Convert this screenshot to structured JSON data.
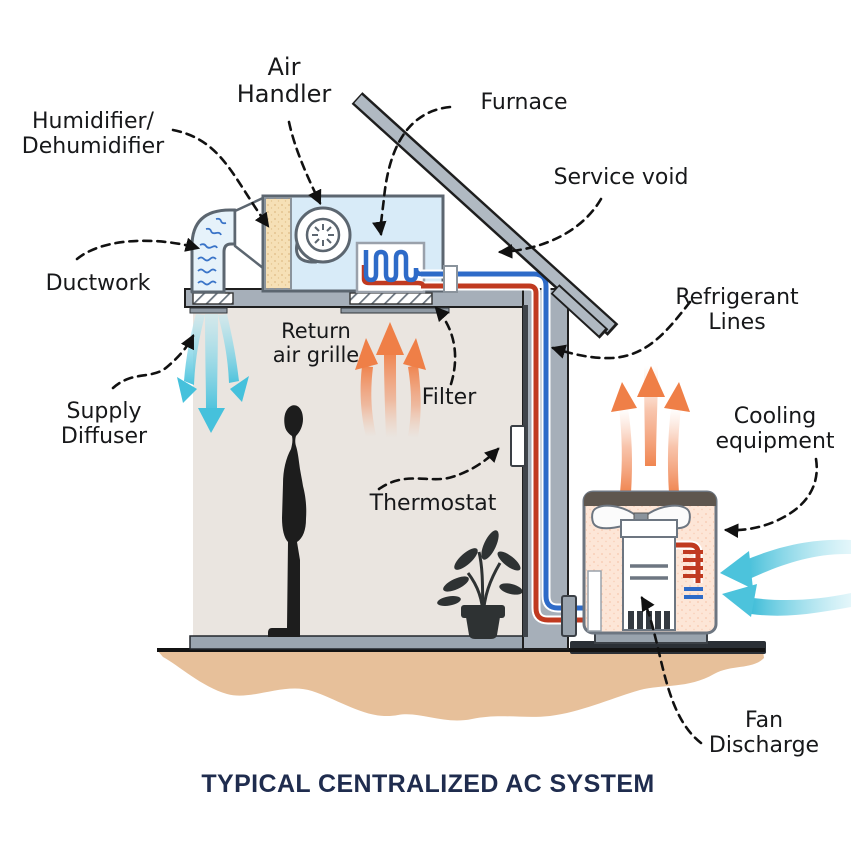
{
  "diagram_title": "TYPICAL CENTRALIZED AC SYSTEM",
  "labels": {
    "air_handler": {
      "line1": "Air",
      "line2": "Handler"
    },
    "humidifier_dehumidifier": {
      "line1": "Humidifier/",
      "line2": "Dehumidifier"
    },
    "ductwork": {
      "line1": "Ductwork"
    },
    "furnace": {
      "line1": "Furnace"
    },
    "service_void": {
      "line1": "Service void"
    },
    "supply_diffuser": {
      "line1": "Supply",
      "line2": "Diffuser"
    },
    "return_air_grille": {
      "line1": "Return",
      "line2": "air grille"
    },
    "filter": {
      "line1": "Filter"
    },
    "thermostat": {
      "line1": "Thermostat"
    },
    "refrigerant_lines": {
      "line1": "Refrigerant",
      "line2": "Lines"
    },
    "cooling_equipment": {
      "line1": "Cooling",
      "line2": "equipment"
    },
    "fan_discharge": {
      "line1": "Fan",
      "line2": "Discharge"
    }
  },
  "colors": {
    "title_navy": "#1f2c4e",
    "label_text": "#17181a",
    "refrigerant_hot_red": "#c03a20",
    "refrigerant_cold_blue": "#2e6bc8",
    "supply_air_cyan": "#45c1dc",
    "return_air_orange": "#ef7f47",
    "structure_gray": "#a6afb9",
    "room_interior": "#eae5e0",
    "air_handler_blue": "#d8ebf8",
    "humidifier_tan": "#f6e0b6",
    "condenser_peach": "#fde6d7",
    "ground_tan": "#e7c09a"
  }
}
